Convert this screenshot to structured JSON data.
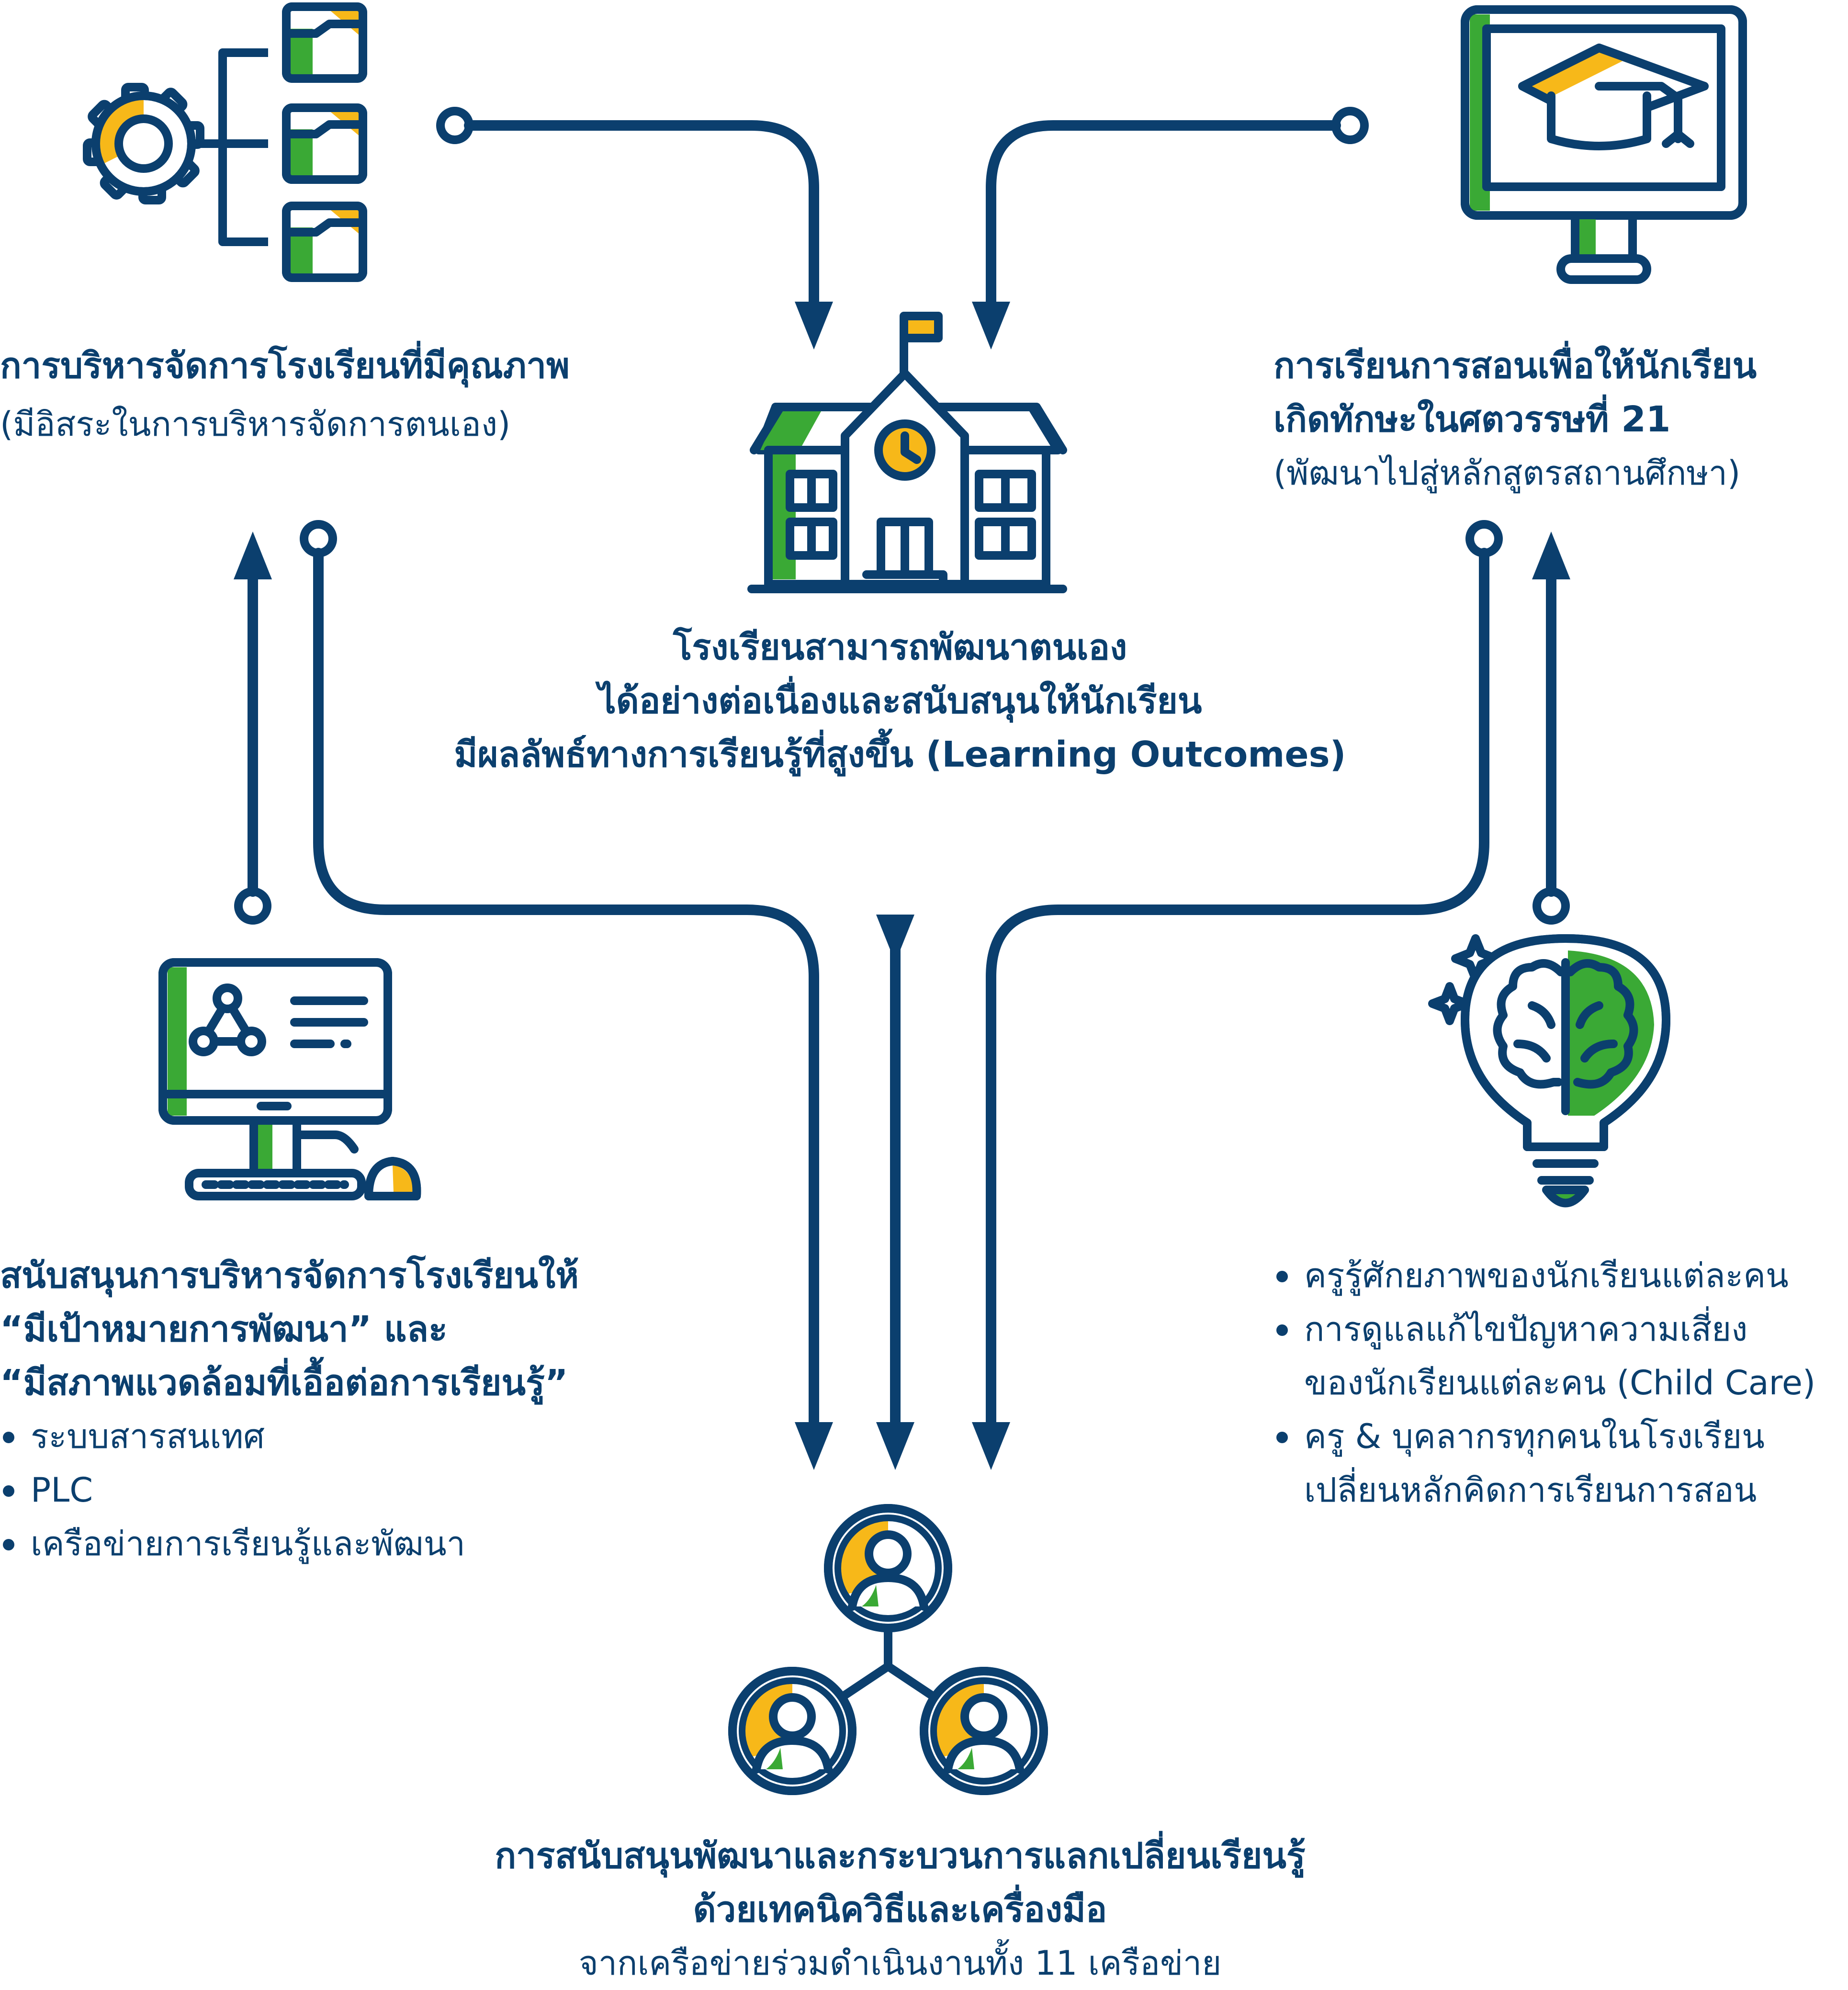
{
  "colors": {
    "navy": "#0b3f6e",
    "green": "#3aa935",
    "yellow": "#f7b819",
    "background": "#ffffff"
  },
  "icons": {
    "top_left": "gear-folders-icon",
    "top_right": "graduation-monitor-icon",
    "center": "school-building-icon",
    "mid_left": "network-computer-icon",
    "mid_right": "brain-lightbulb-icon",
    "bottom": "people-network-icon"
  },
  "school": {
    "lines": [
      "โรงเรียนสามารถพัฒนาตนเอง",
      "ได้อย่างต่อเนื่องและสนับสนุนให้นักเรียน",
      "มีผลลัพธ์ทางการเรียนรู้ที่สูงขึ้น (Learning Outcomes)"
    ]
  },
  "management": {
    "title": "การบริหารจัดการโรงเรียนที่มีคุณภาพ",
    "subtitle": "(มีอิสระในการบริหารจัดการตนเอง)"
  },
  "teaching": {
    "title_lines": [
      "การเรียนการสอนเพื่อให้นักเรียน",
      "เกิดทักษะในศตวรรษที่ 21"
    ],
    "subtitle": "(พัฒนาไปสู่หลักสูตรสถานศึกษา)"
  },
  "support": {
    "title_lines": [
      "สนับสนุนการบริหารจัดการโรงเรียนให้",
      "“มีเป้าหมายการพัฒนา” และ",
      "“มีสภาพแวดล้อมที่เอื้อต่อการเรียนรู้”"
    ],
    "bullets": [
      "ระบบสารสนเทศ",
      "PLC",
      "เครือข่ายการเรียนรู้และพัฒนา"
    ]
  },
  "teachers": {
    "bullets": [
      {
        "lines": [
          "ครูรู้ศักยภาพของนักเรียนแต่ละคน"
        ]
      },
      {
        "lines": [
          "การดูแลแก้ไขปัญหาความเสี่ยง",
          "ของนักเรียนแต่ละคน (Child Care)"
        ]
      },
      {
        "lines": [
          "ครู & บุคลากรทุกคนในโรงเรียน",
          "เปลี่ยนหลักคิดการเรียนการสอน"
        ]
      }
    ]
  },
  "network": {
    "title_lines": [
      "การสนับสนุนพัฒนาและกระบวนการแลกเปลี่ยนเรียนรู้",
      "ด้วยเทคนิควิธีและเครื่องมือ"
    ],
    "subtitle": "จากเครือข่ายร่วมดำเนินงานทั้ง 11 เครือข่าย"
  }
}
